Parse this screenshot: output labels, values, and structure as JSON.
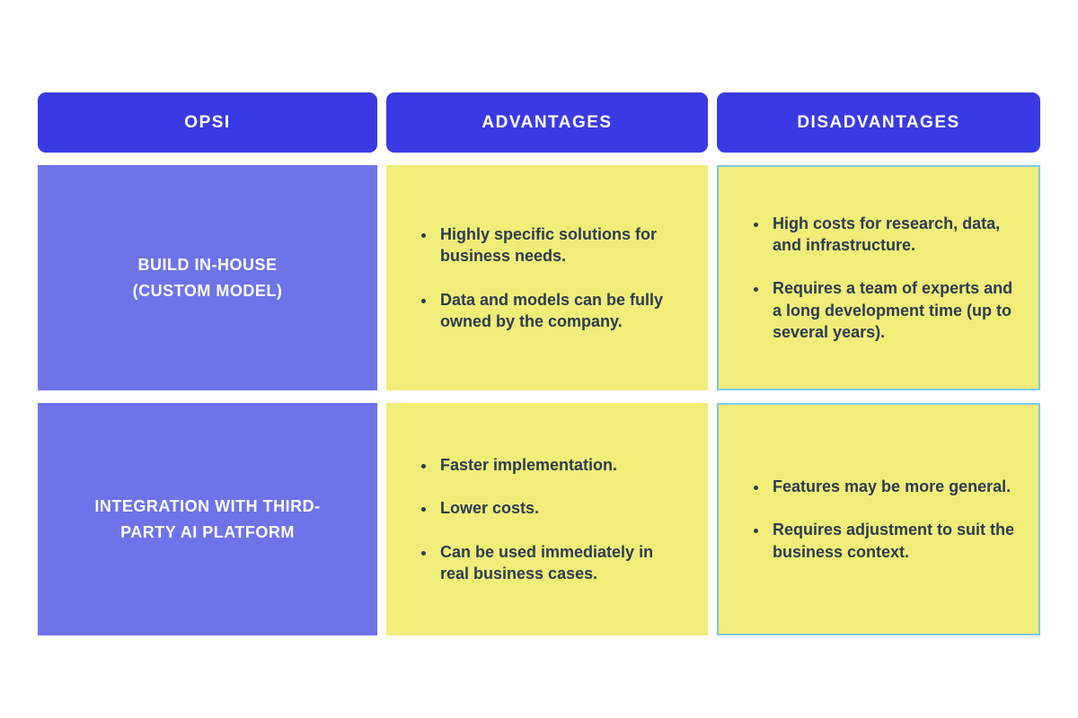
{
  "colors": {
    "header_blue": "#3A3AE4",
    "option_purple": "#6E73EA",
    "cell_yellow": "#F0ED79",
    "text_dark": "#2E3B4E",
    "border_cyan": "#7FC9E8"
  },
  "table": {
    "headers": [
      "OPSI",
      "ADVANTAGES",
      "DISADVANTAGES"
    ],
    "rows": [
      {
        "option": "BUILD IN-HOUSE\n(CUSTOM MODEL)",
        "advantages": [
          "Highly specific solutions for business needs.",
          "Data and models can be fully owned by the company."
        ],
        "disadvantages": [
          "High costs for research, data, and infrastructure.",
          "Requires a team of experts and a long development time (up to several years)."
        ]
      },
      {
        "option": "INTEGRATION WITH THIRD-PARTY AI PLATFORM",
        "advantages": [
          "Faster implementation.",
          "Lower costs.",
          "Can be used immediately in real business cases."
        ],
        "disadvantages": [
          "Features may be more general.",
          "Requires adjustment to suit the business context."
        ]
      }
    ]
  }
}
